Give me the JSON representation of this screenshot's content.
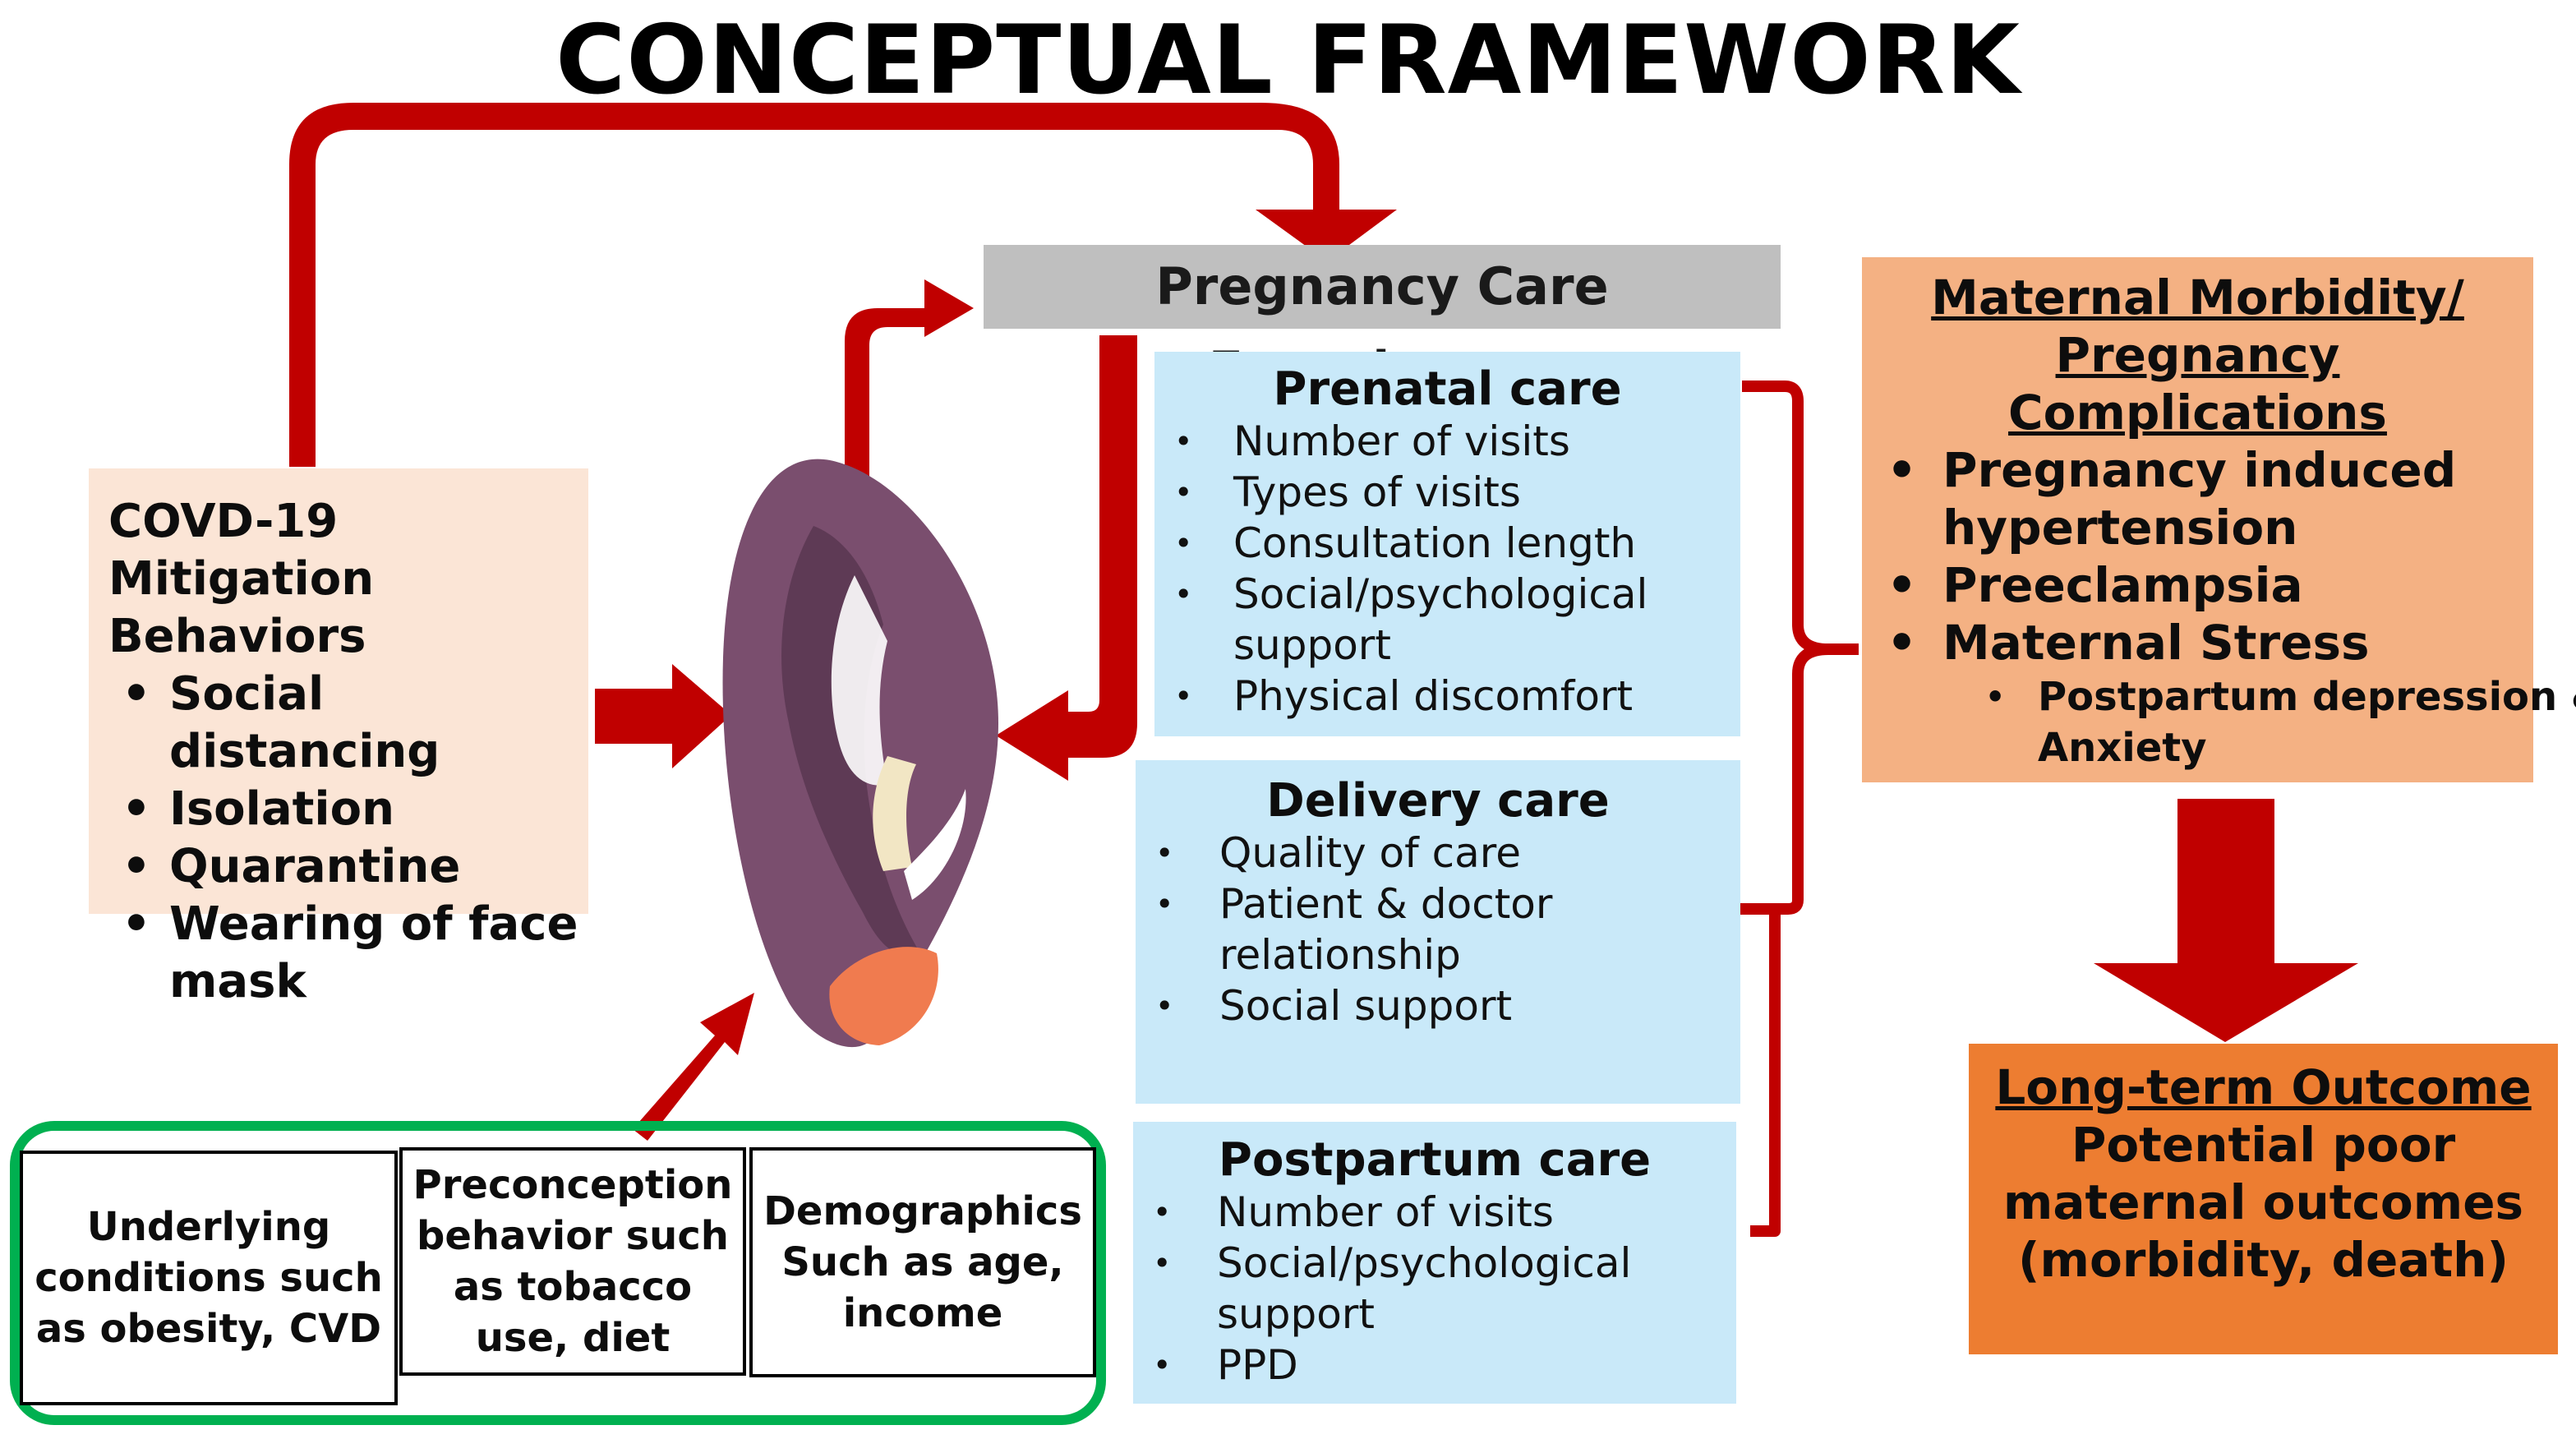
{
  "title": "CONCEPTUAL FRAMEWORK",
  "covid": {
    "heading": "COVD-19 Mitigation Behaviors",
    "items": [
      "Social distancing",
      "Isolation",
      "Quarantine",
      "Wearing of face mask"
    ]
  },
  "pregnancy_care": {
    "heading": "Pregnancy Care Experiences",
    "prenatal": {
      "heading": "Prenatal care",
      "items": [
        "Number of visits",
        "Types of visits",
        "Consultation length",
        "Social/psychological support",
        "Physical discomfort"
      ]
    },
    "delivery": {
      "heading": "Delivery care",
      "items": [
        "Quality of care",
        "Patient & doctor relationship",
        "Social support"
      ]
    },
    "postpartum": {
      "heading": "Postpartum care",
      "items": [
        "Number of visits",
        "Social/psychological support",
        "PPD"
      ]
    }
  },
  "morbidity": {
    "heading_line1": "Maternal Morbidity/",
    "heading_line2": "Pregnancy Complications",
    "items": [
      "Pregnancy induced hypertension",
      "Preeclampsia",
      "Maternal Stress"
    ],
    "subitem": "Postpartum depression & Anxiety"
  },
  "long_term": {
    "heading": "Long-term Outcome",
    "body": "Potential poor maternal outcomes (morbidity, death)"
  },
  "factors": [
    "Underlying conditions such as obesity, CVD",
    "Preconception behavior such as tobacco use, diet",
    "Demographics Such as age, income"
  ],
  "colors": {
    "arrow": "#c00000",
    "covid_bg": "#fbe5d6",
    "care_header_bg": "#bfbfbf",
    "care_box_bg": "#c9e9f9",
    "morbidity_bg": "#f4b183",
    "outcome_bg": "#ed7d31",
    "factor_outline": "#00b050"
  },
  "icon": "pregnant-woman-silhouette-icon"
}
